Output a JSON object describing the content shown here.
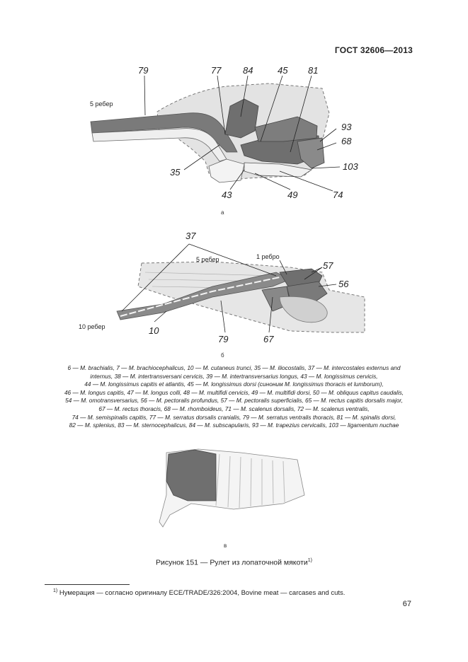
{
  "header": {
    "standard": "ГОСТ 32606—2013"
  },
  "figure_a": {
    "sublabel": "а",
    "labels": [
      {
        "id": "79",
        "text": "79"
      },
      {
        "id": "77",
        "text": "77"
      },
      {
        "id": "84",
        "text": "84"
      },
      {
        "id": "45",
        "text": "45"
      },
      {
        "id": "81",
        "text": "81"
      },
      {
        "id": "93",
        "text": "93"
      },
      {
        "id": "68",
        "text": "68"
      },
      {
        "id": "103",
        "text": "103"
      },
      {
        "id": "74",
        "text": "74"
      },
      {
        "id": "49",
        "text": "49"
      },
      {
        "id": "43",
        "text": "43"
      },
      {
        "id": "35",
        "text": "35"
      }
    ],
    "rib_note": "5 ребер"
  },
  "figure_b": {
    "sublabel": "б",
    "labels": [
      {
        "id": "37",
        "text": "37"
      },
      {
        "id": "57",
        "text": "57"
      },
      {
        "id": "56",
        "text": "56"
      },
      {
        "id": "10",
        "text": "10"
      },
      {
        "id": "79",
        "text": "79"
      },
      {
        "id": "67",
        "text": "67"
      }
    ],
    "rib_note_5": "5 ребер",
    "rib_note_1": "1 ребро",
    "rib_note_10": "10 ребер"
  },
  "legend": [
    "6 — M. brachialis, 7 — M. brachiocephalicus, 10 — M. cutaneus trunci, 35 — M. iliocostalis, 37 — M. intercostales externus and",
    "internus, 38 — M. intertransversani cervicis, 39 — M. intertransversarius longus, 43 — M. longissimus cervicis,",
    "44 — M. longissimus capitis et atlantis, 45 — M. longissimus dorsi (синоним M. longissimus thoracis et lumborum),",
    "46 — M. longus capitis, 47 — M. longus colli, 48 — M. multifidi cervicis, 49 — M. multifidi dorsi, 50 — M. obliquus capitus caudalis,",
    "54 — M. omotransversarius, 56 — M. pectoralis profundus, 57 — M. pectoralis superficialis, 65 — M. rectus capitis dorsalis major,",
    "67 — M. rectus thoracis, 68 — M. rhomboideus, 71 — M. scalenus dorsalis, 72 — M. scalenus ventralis,",
    "74 — M. semispinalis capitis, 77 — M. serratus dorsalis cranialis, 79 — M. serratus ventralis thoracis, 81 — M. spinalis dorsi,",
    "82 — M. splenius, 83 — M. sternocephalicus, 84 — M. subscapularis, 93 — M. trapezius cervicalis, 103 — ligamentum nuchae"
  ],
  "figure_c": {
    "sublabel": "в"
  },
  "caption": {
    "text": "Рисунок 151 — Рулет из лопаточной мякоти",
    "sup": "1)"
  },
  "footnote": {
    "mark": "1)",
    "text": "Нумерация — согласно оригиналу ECE/TRADE/326:2004, Bovine meat — carcases and cuts."
  },
  "page_number": "67",
  "colors": {
    "muscle": "#6f6f6f",
    "bone": "#f2f2f2",
    "region": "#d9d9d9",
    "outline": "#7a7a7a"
  }
}
